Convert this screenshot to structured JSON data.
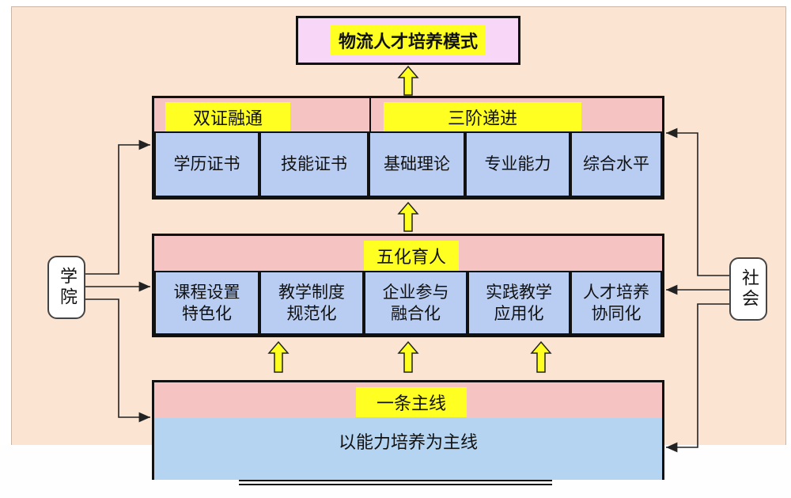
{
  "title": "物流人才培养模式",
  "top_section": {
    "left_label": "双证融通",
    "right_label": "三阶递进",
    "cells": [
      "学历证书",
      "技能证书",
      "基础理论",
      "专业能力",
      "综合水平"
    ]
  },
  "middle_section": {
    "label": "五化育人",
    "cells": [
      [
        "课程设置",
        "特色化"
      ],
      [
        "教学制度",
        "规范化"
      ],
      [
        "企业参与",
        "融合化"
      ],
      [
        "实践教学",
        "应用化"
      ],
      [
        "人才培养",
        "协同化"
      ]
    ]
  },
  "bottom_section": {
    "label": "一条主线",
    "main_text": "以能力培养为主线"
  },
  "left_node": "学院",
  "right_node": "社会",
  "colors": {
    "background": "#fbe4d2",
    "title_fill": "#f7d6f7",
    "band_fill": "#f6c3c3",
    "cell_fill": "#b9cdf2",
    "highlight": "#ffff22",
    "arrow_fill": "#ffff22"
  }
}
